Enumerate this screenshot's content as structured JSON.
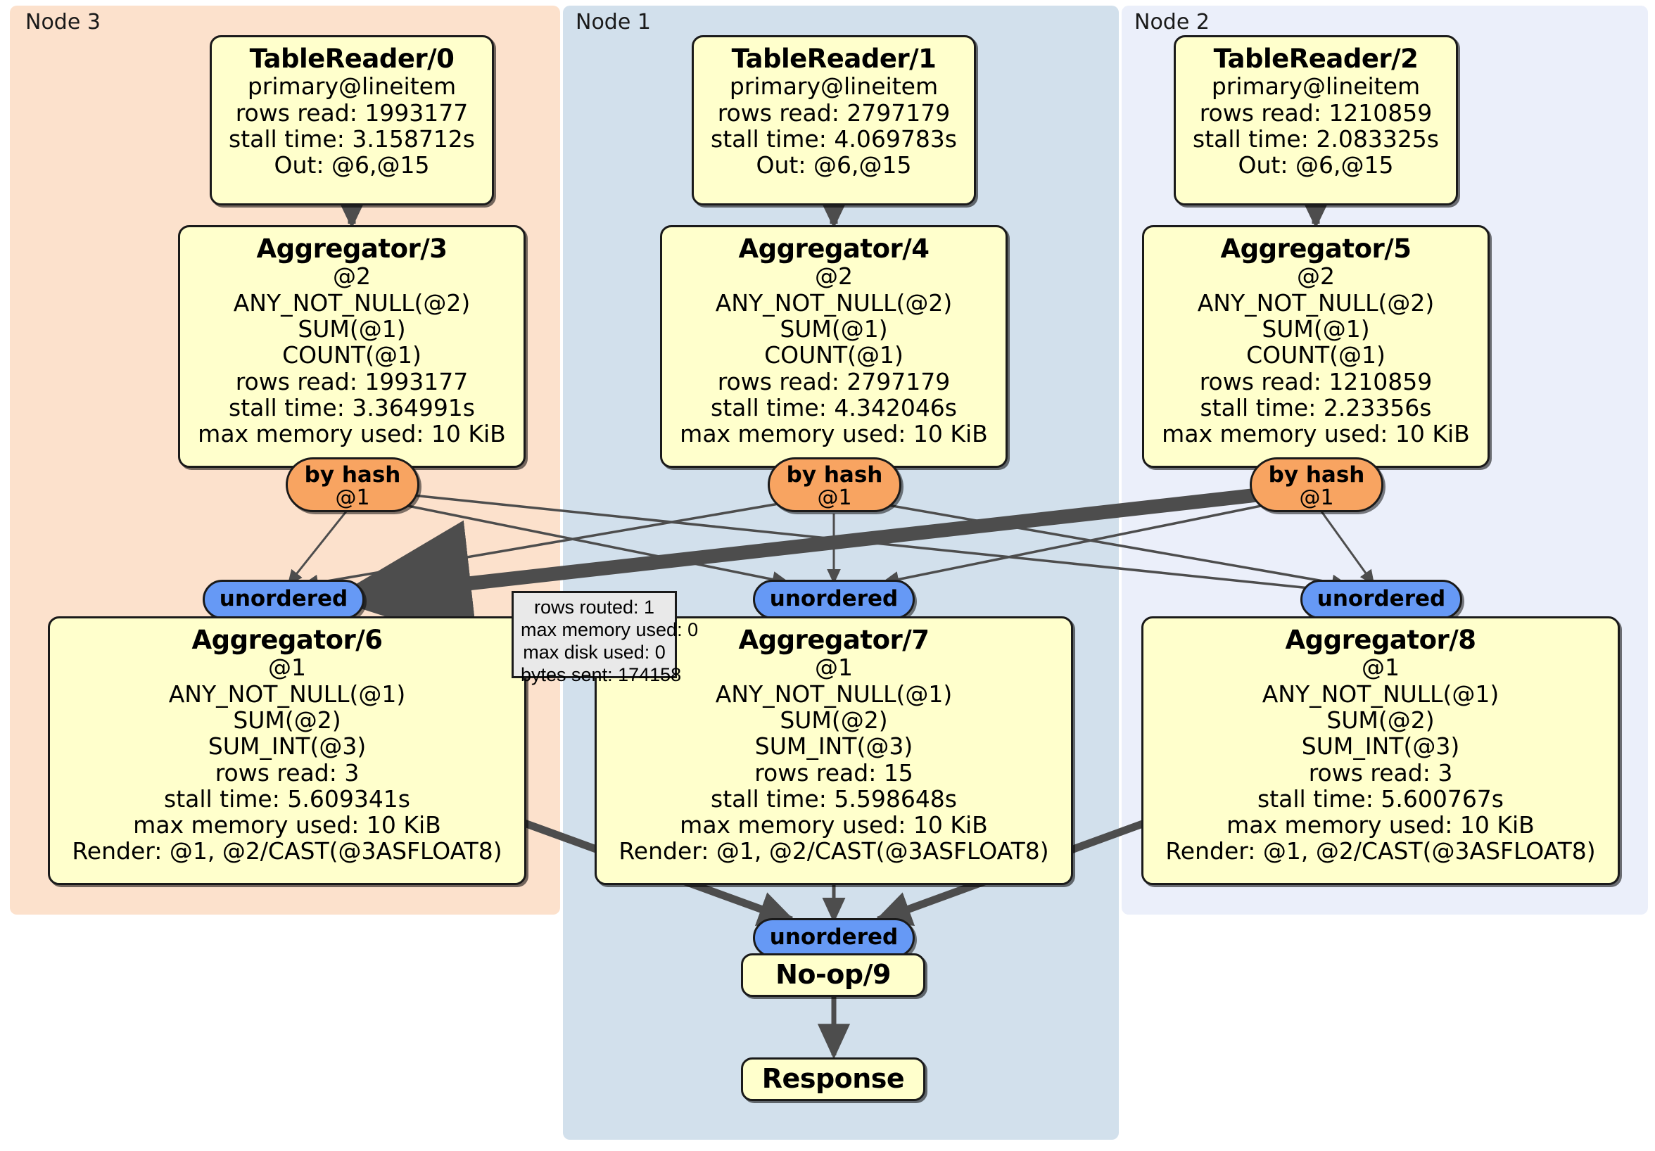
{
  "diagram": {
    "type": "distributed-query-execution-plan",
    "panels": [
      {
        "id": "node3",
        "label": "Node 3",
        "accent": "#FCE1CC"
      },
      {
        "id": "node1",
        "label": "Node 1",
        "accent": "#D2E0EC"
      },
      {
        "id": "node2",
        "label": "Node 2",
        "accent": "#EBEFFA"
      }
    ],
    "colors": {
      "processor_fill": "#FFFFCC",
      "router_hash_fill": "#F8A461",
      "router_unordered_fill": "#6699F5",
      "tooltip_fill": "#E9E9E9",
      "stroke": "#1A1A1A",
      "edge": "#4D4D4D"
    },
    "nodes": [
      {
        "id": "tablereader0",
        "title": "TableReader/0",
        "lines": [
          "primary@lineitem",
          "rows read: 1993177",
          "stall time: 3.158712s",
          "Out: @6,@15"
        ]
      },
      {
        "id": "tablereader1",
        "title": "TableReader/1",
        "lines": [
          "primary@lineitem",
          "rows read: 2797179",
          "stall time: 4.069783s",
          "Out: @6,@15"
        ]
      },
      {
        "id": "tablereader2",
        "title": "TableReader/2",
        "lines": [
          "primary@lineitem",
          "rows read: 1210859",
          "stall time: 2.083325s",
          "Out: @6,@15"
        ]
      },
      {
        "id": "aggregator3",
        "title": "Aggregator/3",
        "lines": [
          "@2",
          "ANY_NOT_NULL(@2)",
          "SUM(@1)",
          "COUNT(@1)",
          "rows read: 1993177",
          "stall time: 3.364991s",
          "max memory used: 10 KiB"
        ]
      },
      {
        "id": "aggregator4",
        "title": "Aggregator/4",
        "lines": [
          "@2",
          "ANY_NOT_NULL(@2)",
          "SUM(@1)",
          "COUNT(@1)",
          "rows read: 2797179",
          "stall time: 4.342046s",
          "max memory used: 10 KiB"
        ]
      },
      {
        "id": "aggregator5",
        "title": "Aggregator/5",
        "lines": [
          "@2",
          "ANY_NOT_NULL(@2)",
          "SUM(@1)",
          "COUNT(@1)",
          "rows read: 1210859",
          "stall time: 2.23356s",
          "max memory used: 10 KiB"
        ]
      },
      {
        "id": "aggregator6",
        "title": "Aggregator/6",
        "lines": [
          "@1",
          "ANY_NOT_NULL(@1)",
          "SUM(@2)",
          "SUM_INT(@3)",
          "rows read: 3",
          "stall time: 5.609341s",
          "max memory used: 10 KiB",
          "Render: @1, @2/CAST(@3ASFLOAT8)"
        ]
      },
      {
        "id": "aggregator7",
        "title": "Aggregator/7",
        "lines": [
          "@1",
          "ANY_NOT_NULL(@1)",
          "SUM(@2)",
          "SUM_INT(@3)",
          "rows read: 15",
          "stall time: 5.598648s",
          "max memory used: 10 KiB",
          "Render: @1, @2/CAST(@3ASFLOAT8)"
        ]
      },
      {
        "id": "aggregator8",
        "title": "Aggregator/8",
        "lines": [
          "@1",
          "ANY_NOT_NULL(@1)",
          "SUM(@2)",
          "SUM_INT(@3)",
          "rows read: 3",
          "stall time: 5.600767s",
          "max memory used: 10 KiB",
          "Render: @1, @2/CAST(@3ASFLOAT8)"
        ]
      },
      {
        "id": "noop9",
        "title": "No-op/9",
        "lines": []
      },
      {
        "id": "response",
        "title": "Response",
        "lines": []
      }
    ],
    "routers": [
      {
        "id": "hash-left",
        "kind": "by hash",
        "label": "by hash",
        "sublabel": "@1"
      },
      {
        "id": "hash-mid",
        "kind": "by hash",
        "label": "by hash",
        "sublabel": "@1"
      },
      {
        "id": "hash-right",
        "kind": "by hash",
        "label": "by hash",
        "sublabel": "@1"
      },
      {
        "id": "uno-left",
        "kind": "unordered",
        "label": "unordered",
        "sublabel": ""
      },
      {
        "id": "uno-mid",
        "kind": "unordered",
        "label": "unordered",
        "sublabel": ""
      },
      {
        "id": "uno-right",
        "kind": "unordered",
        "label": "unordered",
        "sublabel": ""
      },
      {
        "id": "uno-final",
        "kind": "unordered",
        "label": "unordered",
        "sublabel": ""
      }
    ],
    "tooltip": {
      "id": "stream-stats-tooltip",
      "lines": [
        "rows routed: 1",
        "max memory used: 0",
        "max disk used: 0",
        "bytes sent: 174158"
      ]
    }
  }
}
